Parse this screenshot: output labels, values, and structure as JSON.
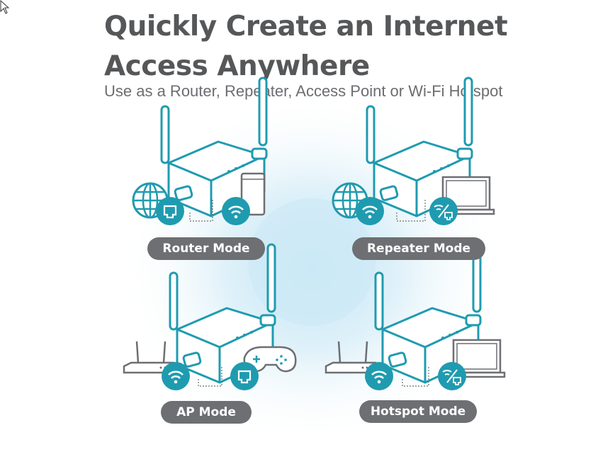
{
  "heading": {
    "title_line1": "Quickly Create an Internet",
    "title_line2": "Access Anywhere",
    "subtitle": "Use as a Router, Repeater, Access Point or Wi-Fi Hotspot"
  },
  "modes": [
    {
      "label": "Router Mode"
    },
    {
      "label": "Repeater Mode"
    },
    {
      "label": "AP Mode"
    },
    {
      "label": "Hotspot Mode"
    }
  ],
  "colors": {
    "accent": "#1f9bb0",
    "label_bg": "#6d6f72",
    "glow": "#cfeaf6",
    "title": "#555759"
  },
  "icons": [
    "globe-icon",
    "ethernet-icon",
    "wifi-icon",
    "laptop-icon",
    "phone-icon",
    "gamepad-icon",
    "router-icon",
    "mouse-cursor-icon"
  ]
}
